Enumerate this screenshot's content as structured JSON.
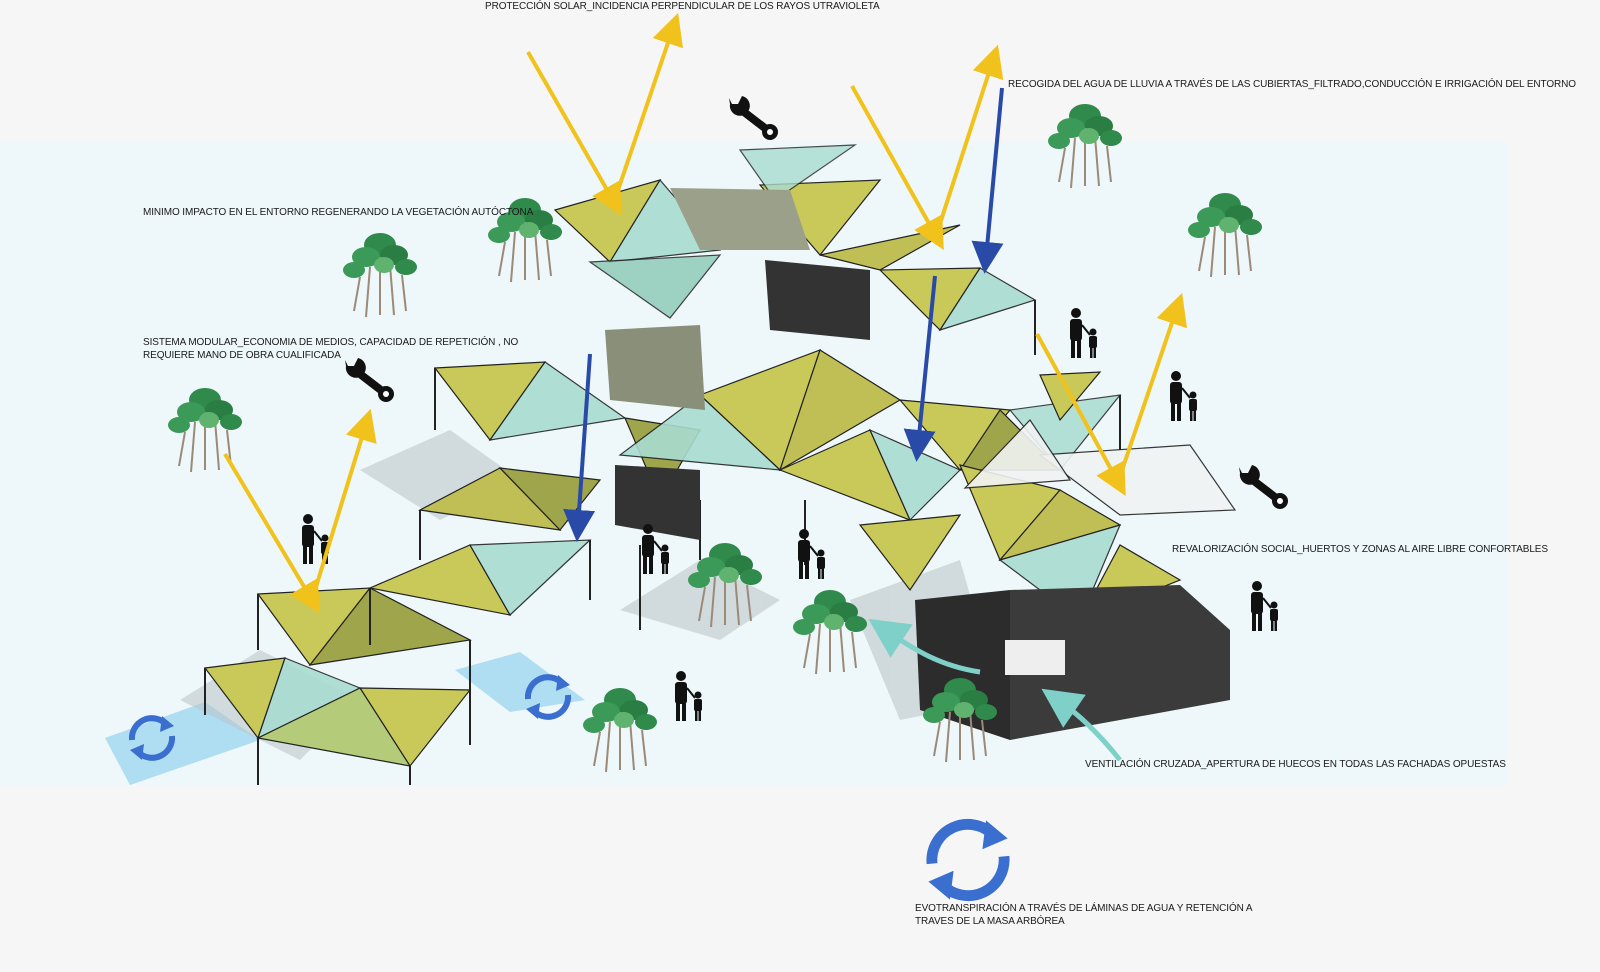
{
  "annotations": {
    "solar_protection": "PROTECCIÓN SOLAR_INCIDENCIA PERPENDICULAR DE LOS RAYOS  UTRAVIOLETA",
    "rainwater": "RECOGIDA DEL AGUA DE LLUVIA A TRAVÉS DE LAS CUBIERTAS_FILTRADO,CONDUCCIÓN E IRRIGACIÓN DEL ENTORNO",
    "minimal_impact": "MINIMO IMPACTO  EN EL ENTORNO REGENERANDO LA VEGETACIÓN AUTÓCTONA",
    "modular_system": "SISTEMA MODULAR_ECONOMIA DE MEDIOS, CAPACIDAD DE REPETICIÓN , NO\nREQUIERE MANO DE OBRA CUALIFICADA",
    "social": "REVALORIZACIÓN SOCIAL_HUERTOS  Y  ZONAS  AL AIRE LIBRE CONFORTABLES",
    "ventilation": "VENTILACIÓN CRUZADA_APERTURA DE HUECOS EN TODAS LAS FACHADAS OPUESTAS",
    "evapotranspiration": "EVOTRANSPIRACIÓN A TRAVÉS DE LÁMINAS DE AGUA Y RETENCIÓN A\nTRAVES DE LA MASA ARBÓREA"
  },
  "colors": {
    "sun_ray": "#f1c21b",
    "rain": "#2a4aa8",
    "wind": "#7fd0c9",
    "roof_yellow": "#c9c95a",
    "roof_glass": "#a9dcd0",
    "tree_green": "#2f8a4b",
    "water": "#9fd6ef",
    "cycle_icon": "#3a6fd0"
  },
  "icons": [
    "wrench-icon",
    "person-with-child-icon",
    "tree-cluster-icon",
    "recycle-cycle-icon"
  ]
}
